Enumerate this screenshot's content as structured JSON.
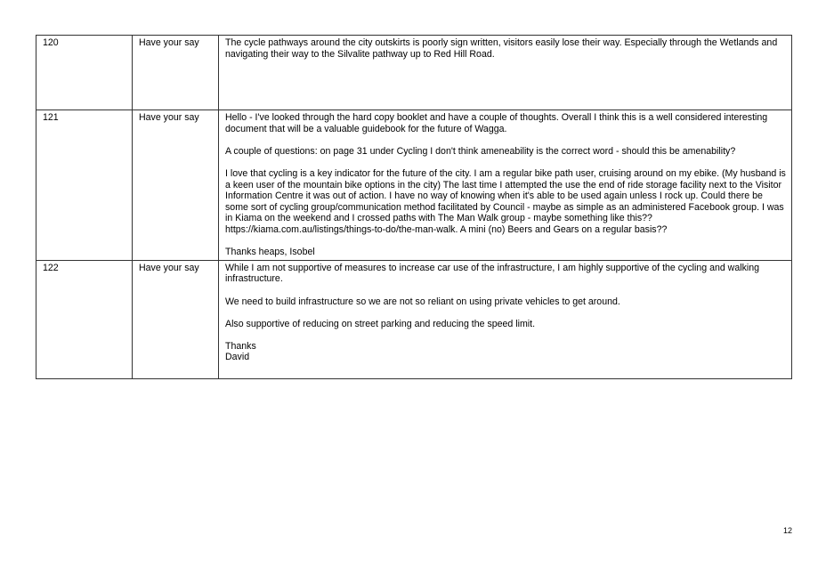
{
  "rows": [
    {
      "id": "120",
      "source": "Have your say",
      "paragraphs": [
        "The cycle pathways around the city outskirts is poorly sign written, visitors easily lose their way. Especially through the Wetlands and navigating their way to the Silvalite pathway up to Red Hill Road."
      ]
    },
    {
      "id": "121",
      "source": "Have your say",
      "paragraphs": [
        "Hello - I've looked through the hard copy booklet and have a couple of thoughts.  Overall I think this is a well considered interesting document that will be a valuable guidebook for the future of Wagga.",
        "A couple of questions:  on page 31 under Cycling I don't think ameneability is the correct word - should this be amenability?",
        "I love that cycling is a key indicator for the future of the city.  I am a regular bike path user, cruising around on my ebike.  (My husband is a keen user of the mountain bike options in the city) The last time I attempted the use the end of ride storage facility next to the Visitor Information Centre it was out of action.  I have no way of knowing when it's able to be used again unless I rock up.  Could there be some sort of cycling group/communication method facilitated by Council - maybe as simple as an administered Facebook group.  I was in Kiama on the weekend and I crossed paths with The Man Walk group - maybe something like this?? https://kiama.com.au/listings/things-to-do/the-man-walk.  A mini (no) Beers and Gears on a regular basis??",
        "Thanks heaps, Isobel"
      ]
    },
    {
      "id": "122",
      "source": "Have your say",
      "paragraphs": [
        "While I am not supportive of measures to increase car use of the infrastructure, I am highly supportive of the cycling and walking infrastructure.",
        "We need to build infrastructure so we are not so reliant on using private vehicles to get around.",
        "Also supportive of reducing on street parking and reducing the speed limit.",
        "Thanks",
        "David"
      ]
    }
  ],
  "page_number": "12"
}
